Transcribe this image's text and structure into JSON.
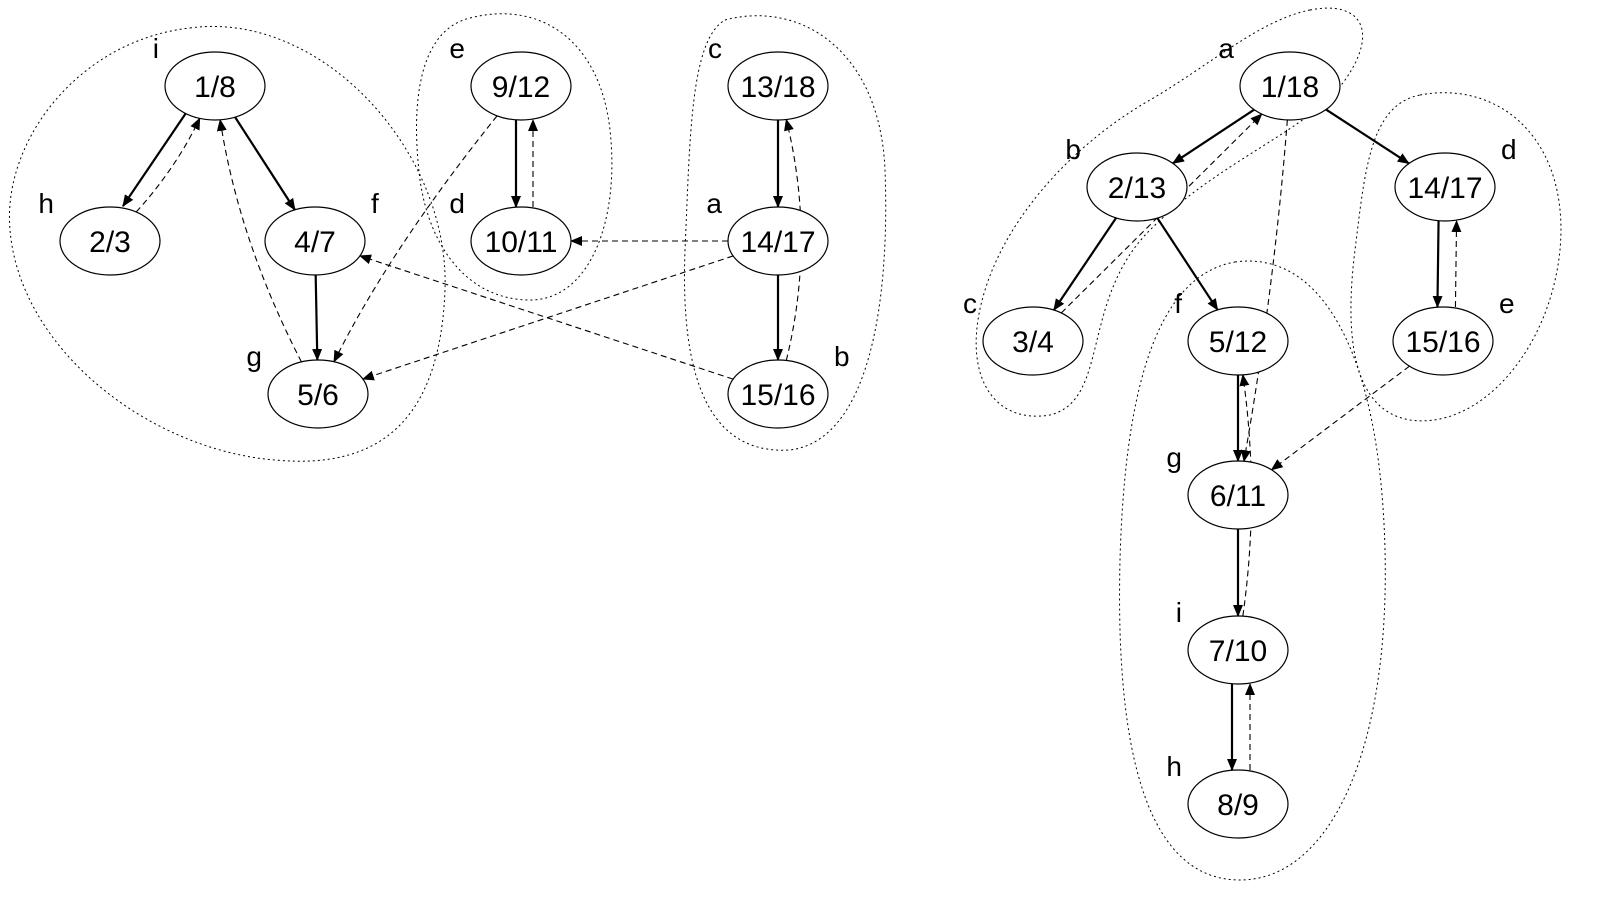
{
  "graphs": [
    {
      "nodes": [
        {
          "id": "i",
          "label": "i",
          "value": "1/8"
        },
        {
          "id": "h",
          "label": "h",
          "value": "2/3"
        },
        {
          "id": "f",
          "label": "f",
          "value": "4/7"
        },
        {
          "id": "g",
          "label": "g",
          "value": "5/6"
        },
        {
          "id": "e",
          "label": "e",
          "value": "9/12"
        },
        {
          "id": "d",
          "label": "d",
          "value": "10/11"
        },
        {
          "id": "c",
          "label": "c",
          "value": "13/18"
        },
        {
          "id": "a",
          "label": "a",
          "value": "14/17"
        },
        {
          "id": "b",
          "label": "b",
          "value": "15/16"
        }
      ],
      "edges": [
        {
          "from": "i",
          "to": "h",
          "style": "solid"
        },
        {
          "from": "h",
          "to": "i",
          "style": "dashed"
        },
        {
          "from": "i",
          "to": "f",
          "style": "solid"
        },
        {
          "from": "f",
          "to": "g",
          "style": "solid"
        },
        {
          "from": "g",
          "to": "i",
          "style": "dashed"
        },
        {
          "from": "e",
          "to": "d",
          "style": "solid"
        },
        {
          "from": "d",
          "to": "e",
          "style": "dashed"
        },
        {
          "from": "e",
          "to": "g",
          "style": "dashed"
        },
        {
          "from": "c",
          "to": "a",
          "style": "solid"
        },
        {
          "from": "a",
          "to": "b",
          "style": "solid"
        },
        {
          "from": "b",
          "to": "c",
          "style": "dashed"
        },
        {
          "from": "a",
          "to": "d",
          "style": "dashed"
        },
        {
          "from": "a",
          "to": "g",
          "style": "dashed"
        },
        {
          "from": "b",
          "to": "f",
          "style": "dashed"
        }
      ],
      "groups": [
        [
          "i",
          "h",
          "f",
          "g"
        ],
        [
          "e",
          "d"
        ],
        [
          "c",
          "a",
          "b"
        ]
      ]
    },
    {
      "nodes": [
        {
          "id": "a",
          "label": "a",
          "value": "1/18"
        },
        {
          "id": "b",
          "label": "b",
          "value": "2/13"
        },
        {
          "id": "c",
          "label": "c",
          "value": "3/4"
        },
        {
          "id": "d",
          "label": "d",
          "value": "14/17"
        },
        {
          "id": "e",
          "label": "e",
          "value": "15/16"
        },
        {
          "id": "f",
          "label": "f",
          "value": "5/12"
        },
        {
          "id": "g",
          "label": "g",
          "value": "6/11"
        },
        {
          "id": "i",
          "label": "i",
          "value": "7/10"
        },
        {
          "id": "h",
          "label": "h",
          "value": "8/9"
        }
      ],
      "edges": [
        {
          "from": "a",
          "to": "b",
          "style": "solid"
        },
        {
          "from": "a",
          "to": "d",
          "style": "solid"
        },
        {
          "from": "b",
          "to": "c",
          "style": "solid"
        },
        {
          "from": "b",
          "to": "f",
          "style": "solid"
        },
        {
          "from": "c",
          "to": "a",
          "style": "dashed"
        },
        {
          "from": "a",
          "to": "g",
          "style": "dashed"
        },
        {
          "from": "d",
          "to": "e",
          "style": "solid"
        },
        {
          "from": "e",
          "to": "d",
          "style": "dashed"
        },
        {
          "from": "e",
          "to": "g",
          "style": "dashed"
        },
        {
          "from": "f",
          "to": "g",
          "style": "solid"
        },
        {
          "from": "g",
          "to": "i",
          "style": "solid"
        },
        {
          "from": "i",
          "to": "f",
          "style": "dashed"
        },
        {
          "from": "i",
          "to": "h",
          "style": "solid"
        },
        {
          "from": "h",
          "to": "i",
          "style": "dashed"
        }
      ],
      "groups": [
        [
          "a",
          "b",
          "c"
        ],
        [
          "d",
          "e"
        ],
        [
          "f",
          "g",
          "i",
          "h"
        ]
      ]
    }
  ]
}
